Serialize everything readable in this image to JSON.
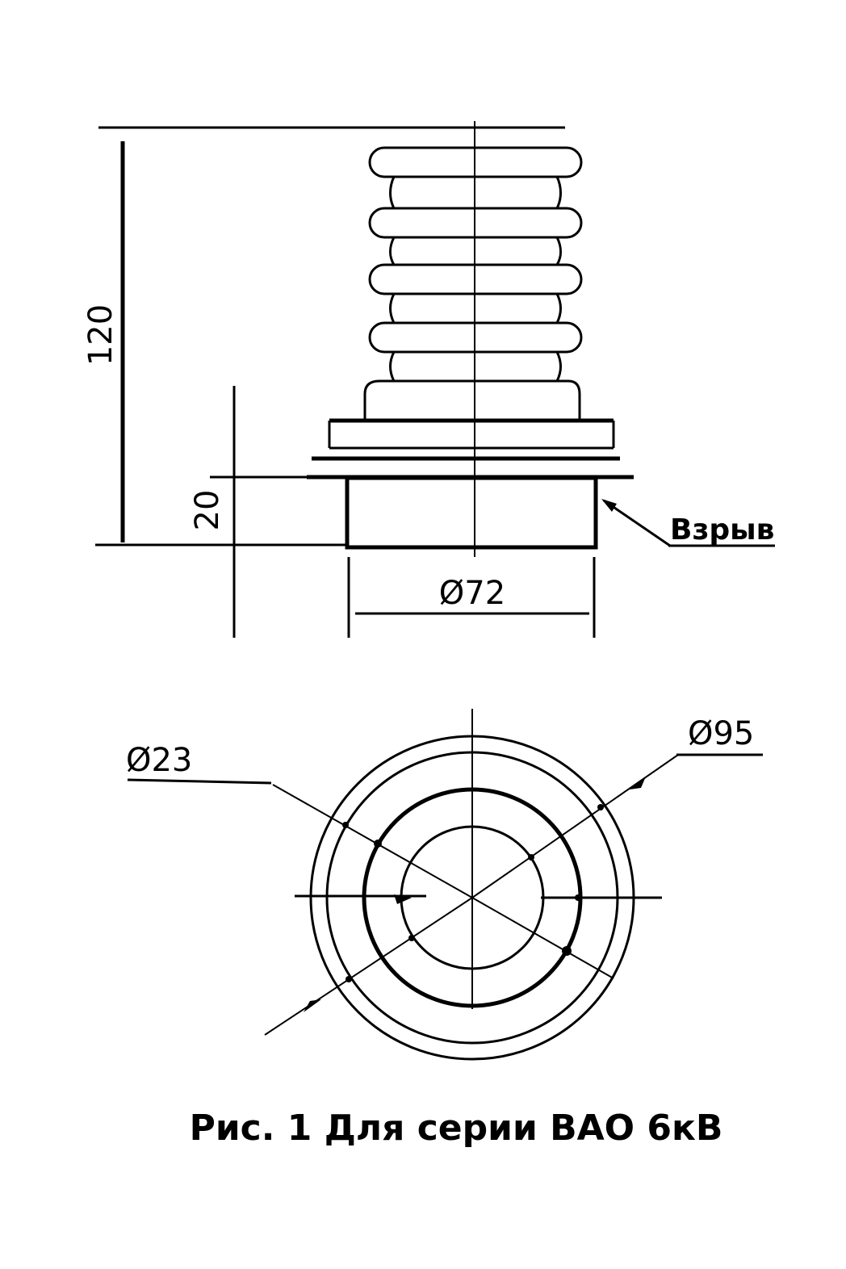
{
  "side_view": {
    "height_dim": "120",
    "flange_dim": "20",
    "base_diameter_dim": "Ø72",
    "weld_label": "Взрыв"
  },
  "top_view": {
    "inner_diameter_dim": "Ø23",
    "outer_diameter_dim": "Ø95"
  },
  "caption": "Рис. 1 Для серии ВАО 6кВ"
}
